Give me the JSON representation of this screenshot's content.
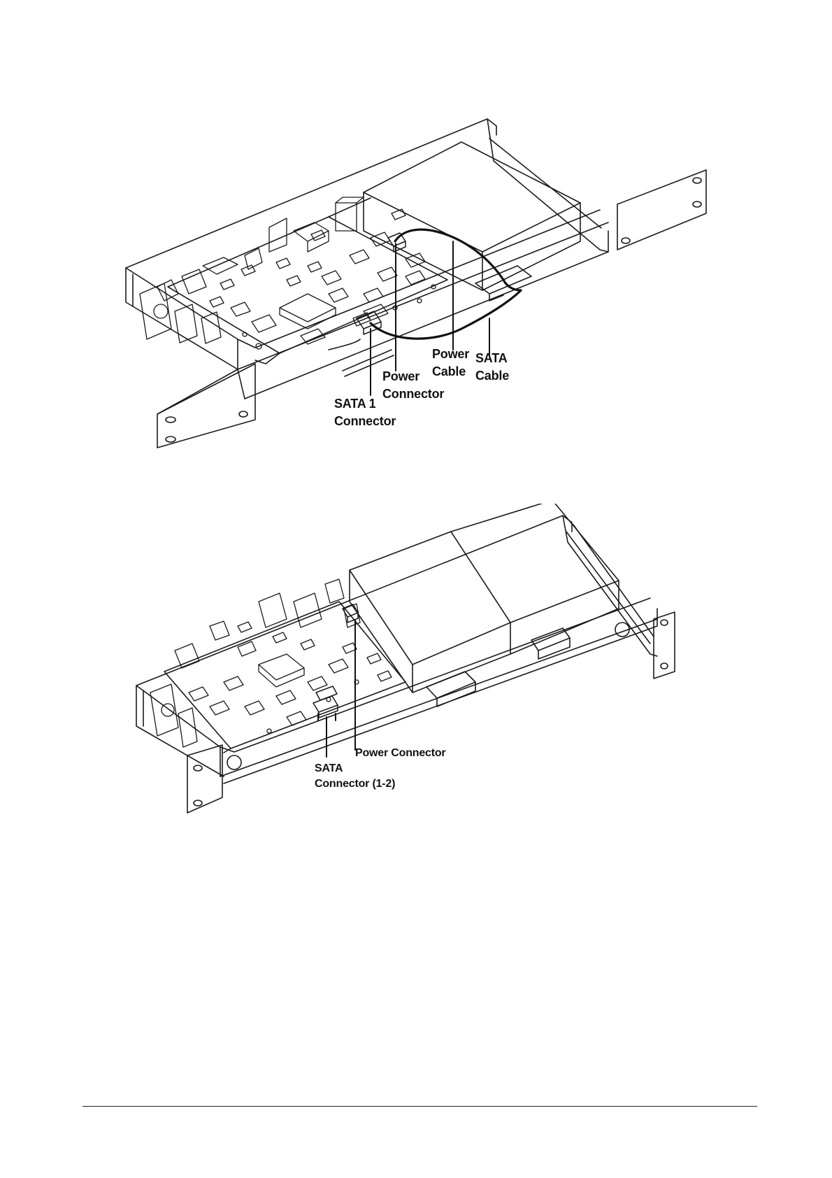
{
  "figure1": {
    "labels": {
      "power_cable": [
        "Power",
        "Cable"
      ],
      "sata_cable": [
        "SATA",
        "Cable"
      ],
      "power_connector": [
        "Power",
        "Connector"
      ],
      "sata1_connector": [
        "SATA 1",
        "Connector"
      ]
    }
  },
  "figure2": {
    "labels": {
      "power_connector": "Power Connector",
      "sata_connector": [
        "SATA",
        "Connector (1-2)"
      ]
    }
  }
}
